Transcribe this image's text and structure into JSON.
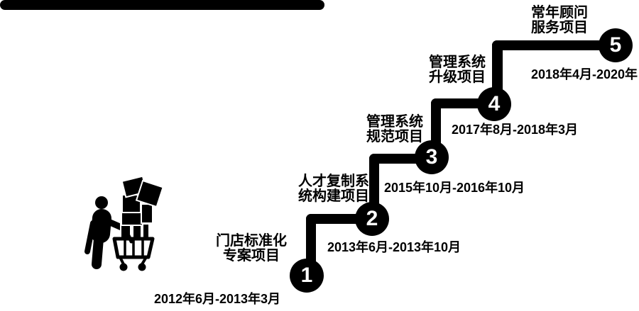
{
  "colors": {
    "foreground": "#000000",
    "background": "#ffffff",
    "number_text": "#ffffff"
  },
  "figure": {
    "icon": "person-pushing-cart-with-boxes"
  },
  "timeline": {
    "steps": [
      {
        "number": "1",
        "label_line1": "门店标准化",
        "label_line2": "专案项目",
        "date": "2012年6月-2013年3月"
      },
      {
        "number": "2",
        "label_line1": "人才复制系",
        "label_line2": "统构建项目",
        "date": "2013年6月-2013年10月"
      },
      {
        "number": "3",
        "label_line1": "管理系统",
        "label_line2": "规范项目",
        "date": "2015年10月-2016年10月"
      },
      {
        "number": "4",
        "label_line1": "管理系统",
        "label_line2": "升级项目",
        "date": "2017年8月-2018年3月"
      },
      {
        "number": "5",
        "label_line1": "常年顾问",
        "label_line2": "服务项目",
        "date": "2018年4月-2020年"
      }
    ]
  }
}
